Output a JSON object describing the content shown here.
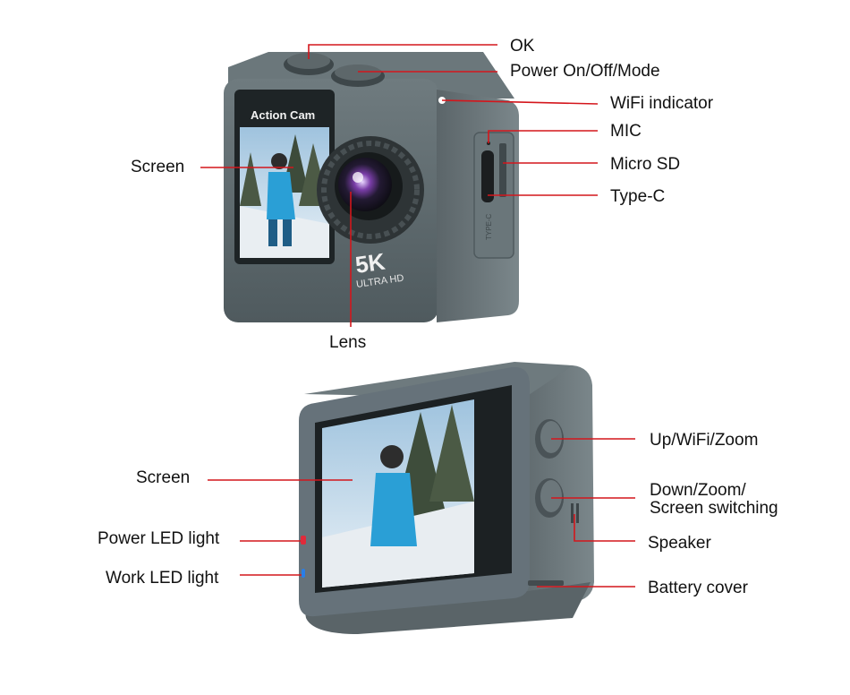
{
  "camera_front": {
    "screen_text": "Action Cam",
    "badge_main": "5K",
    "badge_sub": "ULTRA HD",
    "port_text": "TYPE-C"
  },
  "labels": {
    "ok": "OK",
    "power": "Power On/Off/Mode",
    "wifi_indicator": "WiFi indicator",
    "mic": "MIC",
    "micro_sd": "Micro SD",
    "type_c": "Type-C",
    "screen_front": "Screen",
    "lens": "Lens",
    "screen_back": "Screen",
    "power_led": "Power LED light",
    "work_led": "Work LED light",
    "up_wifi_zoom": "Up/WiFi/Zoom",
    "down_zoom_line1": "Down/Zoom/",
    "down_zoom_line2": "Screen switching",
    "speaker": "Speaker",
    "battery_cover": "Battery cover"
  },
  "colors": {
    "leader": "#d4161c",
    "body": "#5d686c",
    "body_dark": "#485256",
    "body_light": "#7a8589",
    "snow_sky": "#cfe2ef",
    "jacket": "#2a9fd6"
  }
}
